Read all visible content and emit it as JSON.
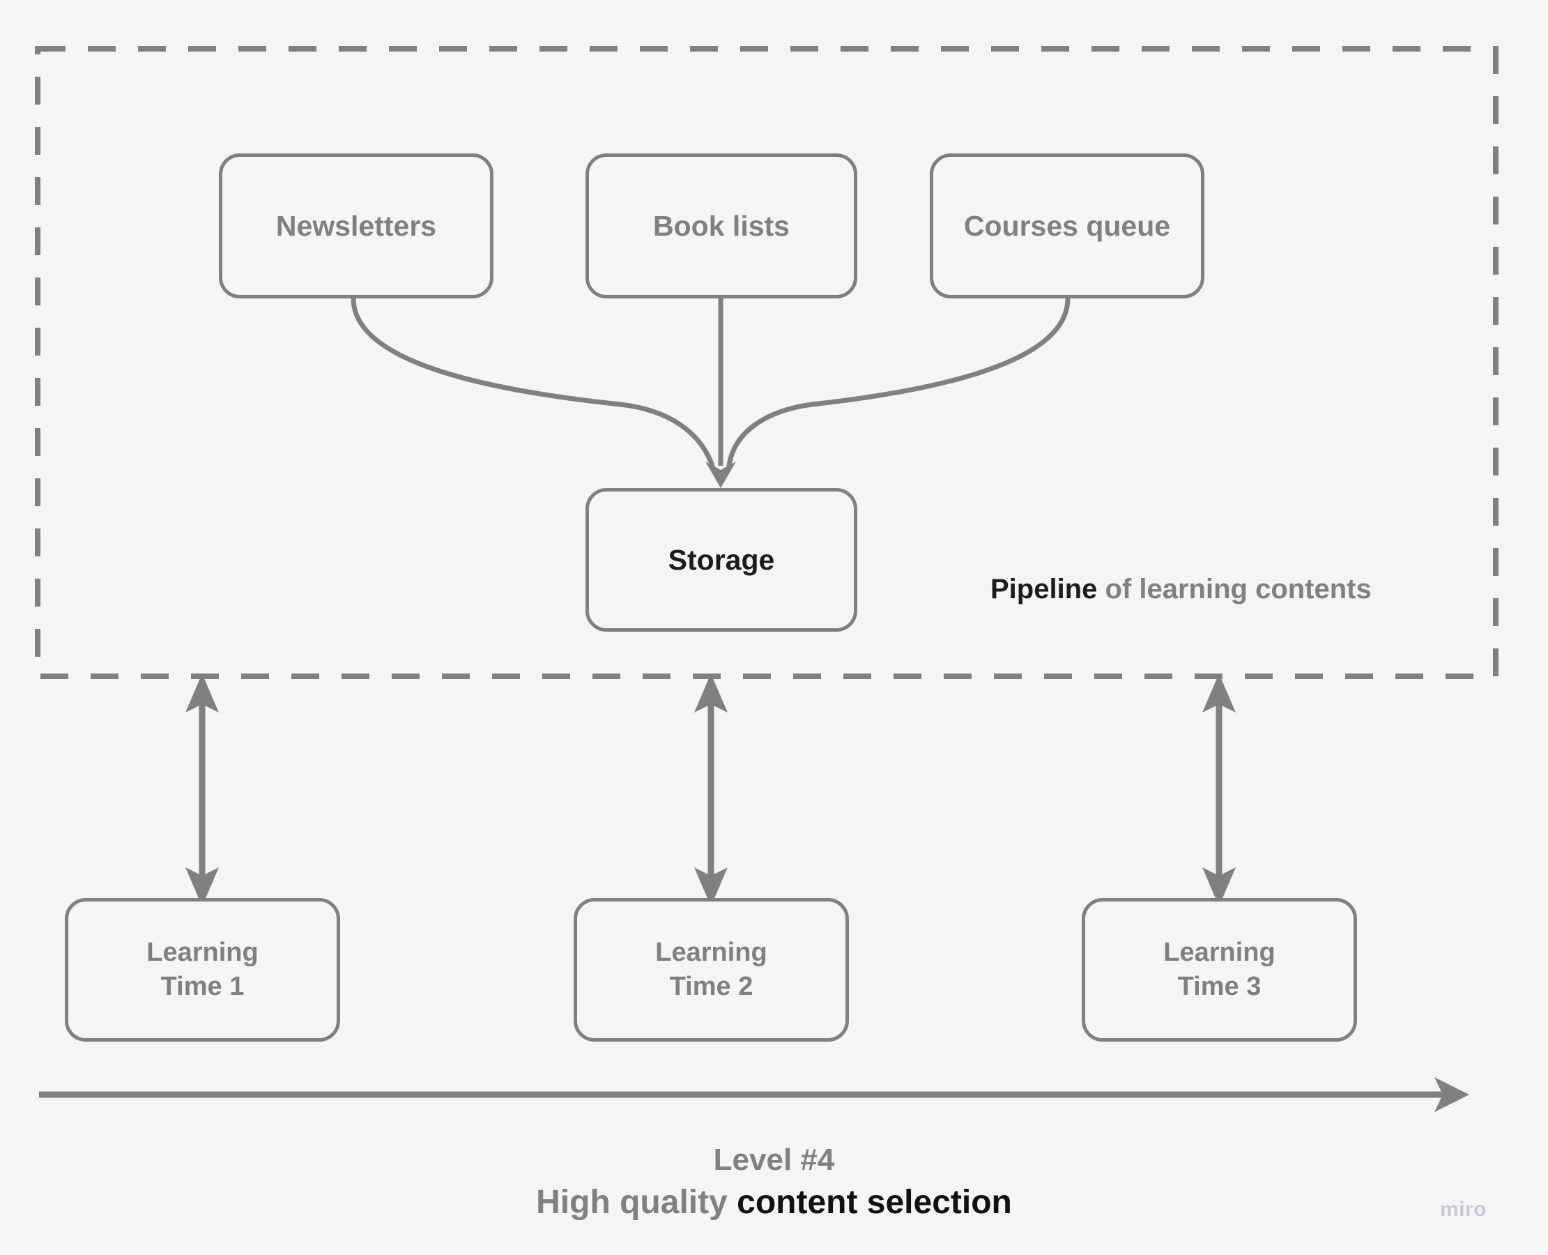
{
  "diagram": {
    "title_caption": {
      "line1": "Level #4",
      "line2_gray": "High quality ",
      "line2_strong": "content selection"
    },
    "group": {
      "name": "Pipeline of learning contents",
      "label_strong": "Pipeline",
      "label_rest": " of learning contents",
      "border_style": "dashed"
    },
    "nodes": {
      "newsletters": {
        "label": "Newsletters"
      },
      "book_lists": {
        "label": "Book lists"
      },
      "courses_queue": {
        "label": "Courses queue"
      },
      "storage": {
        "label": "Storage"
      },
      "learning_time_1": {
        "label": "Learning\nTime 1"
      },
      "learning_time_2": {
        "label": "Learning\nTime 2"
      },
      "learning_time_3": {
        "label": "Learning\nTime 3"
      }
    },
    "edges": [
      {
        "from": "Newsletters",
        "to": "Storage",
        "type": "curved-arrow",
        "direction": "one-way"
      },
      {
        "from": "Book lists",
        "to": "Storage",
        "type": "straight-arrow",
        "direction": "one-way"
      },
      {
        "from": "Courses queue",
        "to": "Storage",
        "type": "curved-arrow",
        "direction": "one-way"
      },
      {
        "from": "Pipeline",
        "to": "Learning Time 1",
        "type": "straight-arrow",
        "direction": "two-way"
      },
      {
        "from": "Pipeline",
        "to": "Learning Time 2",
        "type": "straight-arrow",
        "direction": "two-way"
      },
      {
        "from": "Pipeline",
        "to": "Learning Time 3",
        "type": "straight-arrow",
        "direction": "two-way"
      }
    ],
    "timeline": {
      "description": "horizontal time axis arrow pointing right"
    },
    "watermark": "miro",
    "colors": {
      "background": "#f5f5f5",
      "stroke": "#808080",
      "text_gray": "#808080",
      "text_strong": "#1c1c1c",
      "watermark": "#c9c9d3"
    }
  }
}
